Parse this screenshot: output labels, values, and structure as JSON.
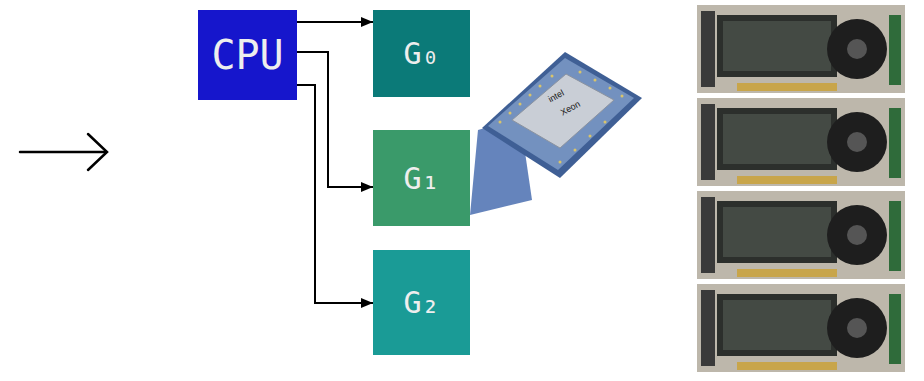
{
  "diagram": {
    "nodes": [
      {
        "text": [
          "CPU"
        ]
      },
      {
        "text": [
          "G₀"
        ]
      },
      {
        "text": [
          "G₁"
        ]
      },
      {
        "text": [
          "G₂"
        ]
      }
    ],
    "edges": [
      {
        "from": 0,
        "to": 1,
        "arrow": "to"
      },
      {
        "from": 0,
        "to": 2,
        "arrow": "to"
      },
      {
        "from": 0,
        "to": 3,
        "arrow": "to"
      }
    ],
    "labels": [
      "intel",
      "Xeon"
    ]
  }
}
